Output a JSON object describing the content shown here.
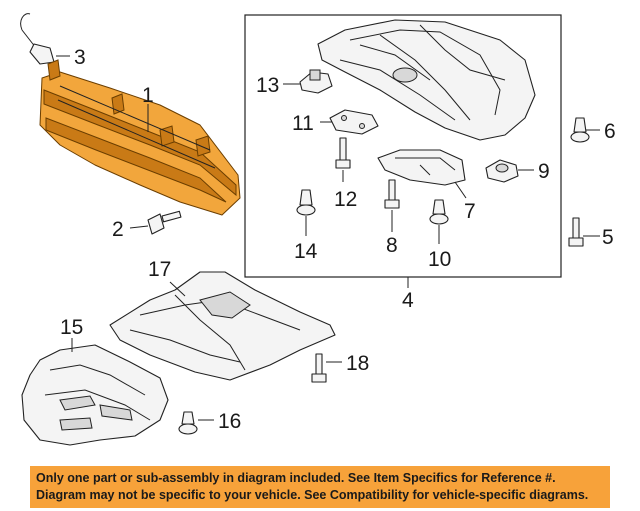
{
  "callouts": {
    "c1": "1",
    "c2": "2",
    "c3": "3",
    "c4": "4",
    "c5": "5",
    "c6": "6",
    "c7": "7",
    "c8": "8",
    "c9": "9",
    "c10": "10",
    "c11": "11",
    "c12": "12",
    "c13": "13",
    "c14": "14",
    "c15": "15",
    "c16": "16",
    "c17": "17",
    "c18": "18"
  },
  "notice": {
    "line1": "Only one part or sub-assembly in diagram included. See Item Specifics for Reference #.",
    "line2": "Diagram may not be specific to your vehicle. See Compatibility for vehicle-specific diagrams."
  },
  "colors": {
    "highlight": "#f2a63c",
    "banner": "#f7a23a"
  }
}
